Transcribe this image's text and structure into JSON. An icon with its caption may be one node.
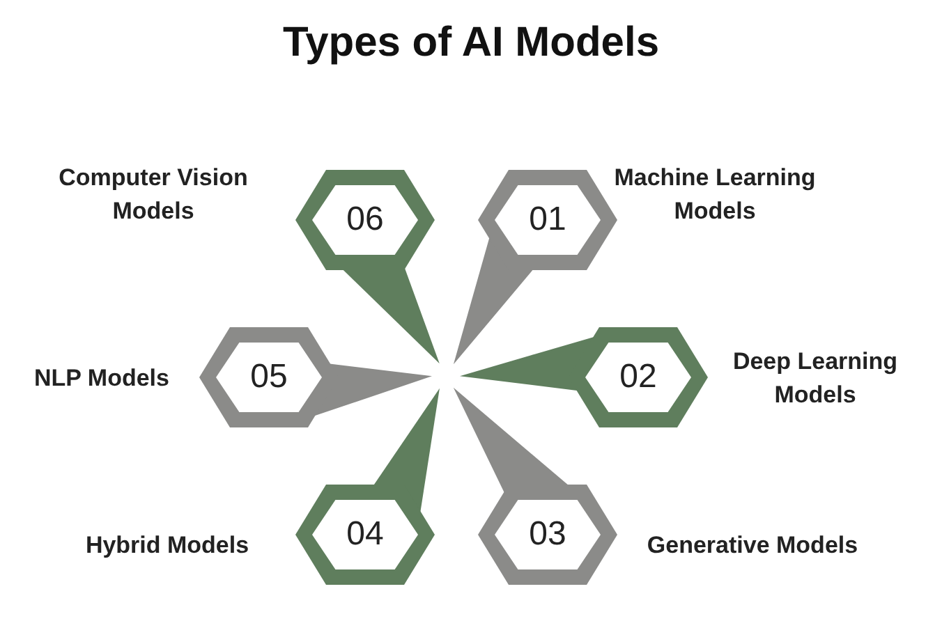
{
  "diagram": {
    "title": "Types of AI Models",
    "nodes": [
      {
        "text": [
          "01"
        ],
        "beside": [
          "Machine Learning Models"
        ]
      },
      {
        "text": [
          "02"
        ],
        "beside": [
          "Deep Learning Models"
        ]
      },
      {
        "text": [
          "03"
        ],
        "beside": [
          "Generative Models"
        ]
      },
      {
        "text": [
          "04"
        ],
        "beside": [
          "Hybrid Models"
        ]
      },
      {
        "text": [
          "05"
        ],
        "beside": [
          "NLP Models"
        ]
      },
      {
        "text": [
          "06"
        ],
        "beside": [
          "Computer Vision Models"
        ]
      }
    ]
  }
}
